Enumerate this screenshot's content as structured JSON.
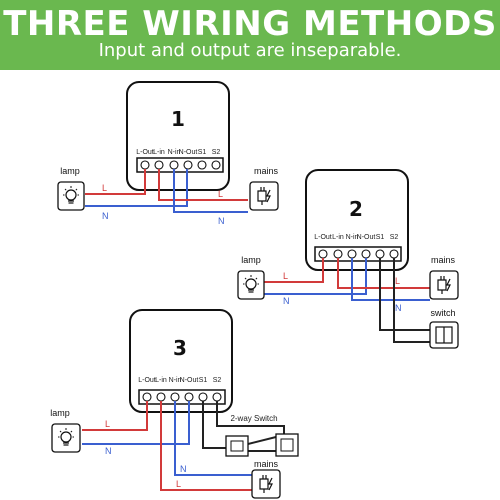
{
  "header": {
    "title": "THREE WIRING METHODS",
    "subtitle": "Input and output are inseparable."
  },
  "colors": {
    "banner": "#6ab84f",
    "live_wire": "#d23a3a",
    "neutral_wire": "#3a5fd0",
    "switch_wire": "#222222"
  },
  "diagrams": [
    {
      "number": "1",
      "terminals": [
        "L-Out",
        "L-in",
        "N-in",
        "N-Out",
        "S1",
        "S2"
      ],
      "lamp_label": "lamp",
      "mains_label": "mains",
      "wire_l": "L",
      "wire_n": "N",
      "mains_wire_l": "L",
      "mains_wire_n": "N"
    },
    {
      "number": "2",
      "terminals": [
        "L-Out",
        "L-in",
        "N-in",
        "N-Out",
        "S1",
        "S2"
      ],
      "lamp_label": "lamp",
      "mains_label": "mains",
      "switch_label": "switch",
      "wire_l": "L",
      "wire_n": "N",
      "mains_wire_l": "L",
      "mains_wire_n": "N"
    },
    {
      "number": "3",
      "terminals": [
        "L-Out",
        "L-in",
        "N-in",
        "N-Out",
        "S1",
        "S2"
      ],
      "lamp_label": "lamp",
      "mains_label": "mains",
      "switch_label": "2-way Switch",
      "wire_l": "L",
      "wire_n": "N",
      "mains_wire_l": "L",
      "mains_wire_n": "N"
    }
  ]
}
